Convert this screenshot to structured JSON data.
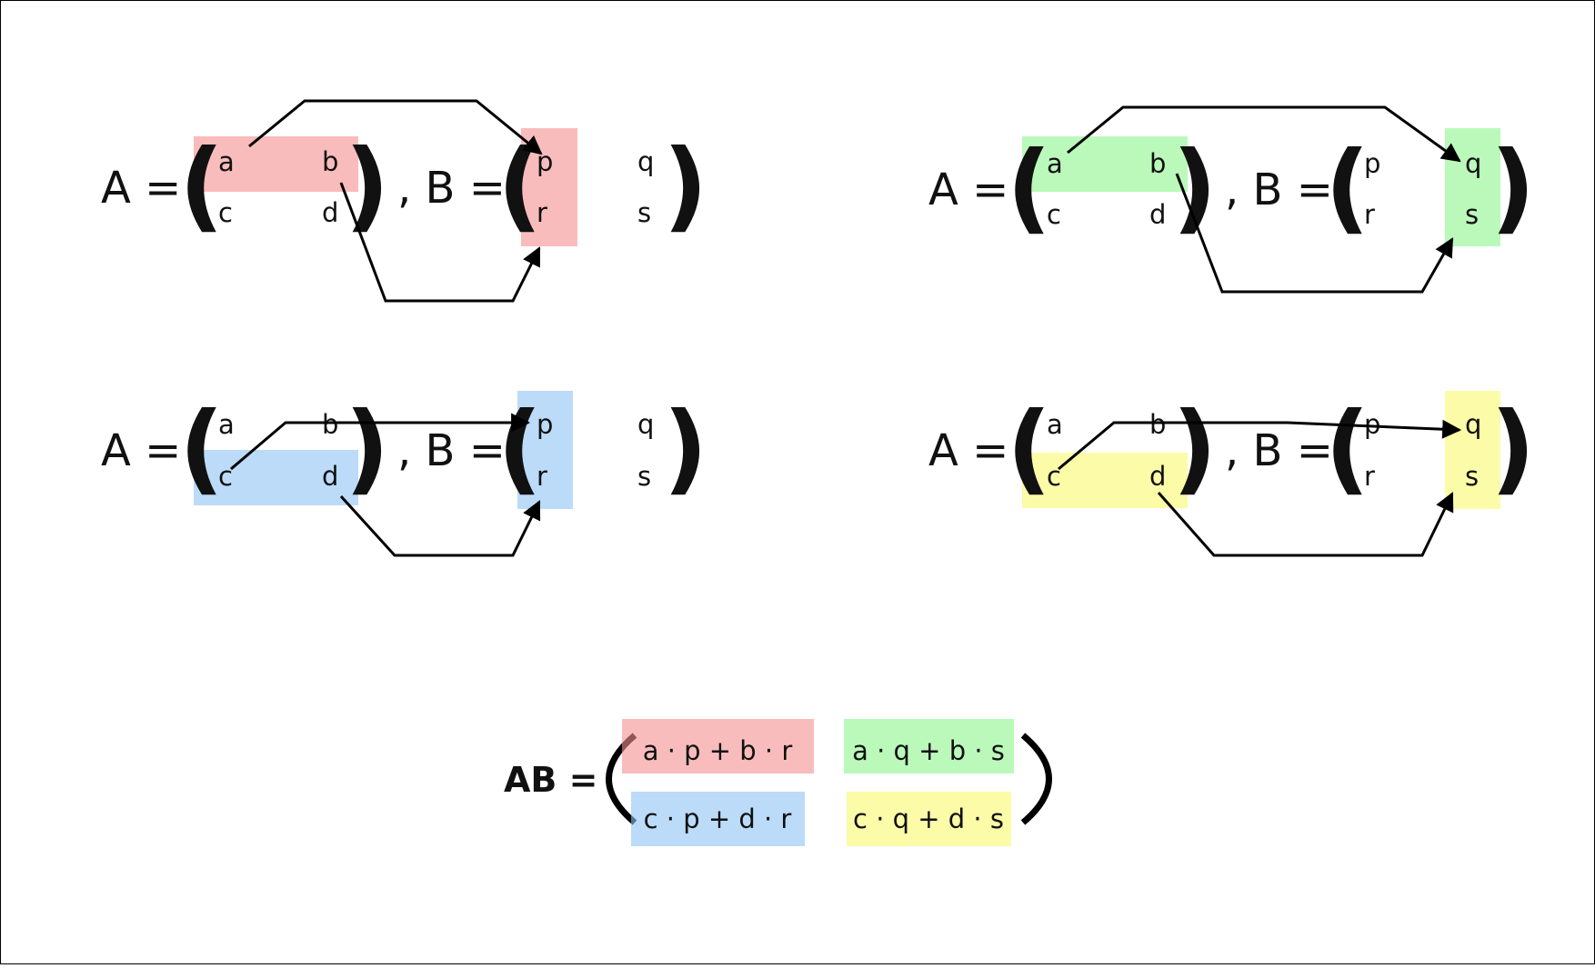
{
  "colors": {
    "red": "#f58f8f",
    "green": "#8ef58e",
    "blue": "#8ec3f5",
    "yellow": "#f8f86e"
  },
  "panels": [
    {
      "a_label": "A =",
      "b_label": ", B =",
      "A": [
        [
          "a",
          "b"
        ],
        [
          "c",
          "d"
        ]
      ],
      "B": [
        [
          "p",
          "q"
        ],
        [
          "r",
          "s"
        ]
      ],
      "highlight_row": "top",
      "highlight_col": "left",
      "color": "red"
    },
    {
      "a_label": "A =",
      "b_label": ", B =",
      "A": [
        [
          "a",
          "b"
        ],
        [
          "c",
          "d"
        ]
      ],
      "B": [
        [
          "p",
          "q"
        ],
        [
          "r",
          "s"
        ]
      ],
      "highlight_row": "top",
      "highlight_col": "right",
      "color": "green"
    },
    {
      "a_label": "A =",
      "b_label": ", B =",
      "A": [
        [
          "a",
          "b"
        ],
        [
          "c",
          "d"
        ]
      ],
      "B": [
        [
          "p",
          "q"
        ],
        [
          "r",
          "s"
        ]
      ],
      "highlight_row": "bottom",
      "highlight_col": "left",
      "color": "blue"
    },
    {
      "a_label": "A =",
      "b_label": ", B =",
      "A": [
        [
          "a",
          "b"
        ],
        [
          "c",
          "d"
        ]
      ],
      "B": [
        [
          "p",
          "q"
        ],
        [
          "r",
          "s"
        ]
      ],
      "highlight_row": "bottom",
      "highlight_col": "right",
      "color": "yellow"
    }
  ],
  "result": {
    "label": "AB =",
    "cells": [
      [
        "a · p + b · r",
        "a · q + b · s"
      ],
      [
        "c · p + d · r",
        "c · q + d · s"
      ]
    ]
  }
}
